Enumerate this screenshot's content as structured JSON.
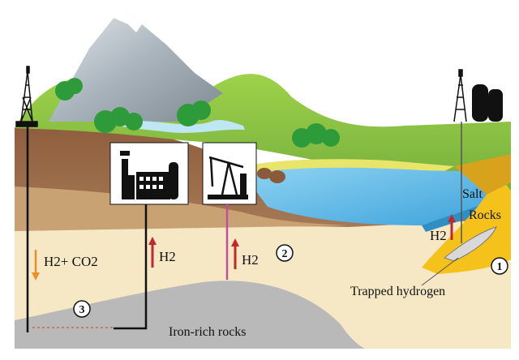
{
  "labels": {
    "h2_co2": "H2+ CO2",
    "h2_plant": "H2",
    "h2_pump": "H2",
    "h2_salt": "H2",
    "salt_rocks_line1": "Salt",
    "salt_rocks_line2": "Rocks",
    "trapped_hydrogen": "Trapped hydrogen",
    "iron_rich_rocks": "Iron-rich rocks",
    "marker_1": "1",
    "marker_2": "2",
    "marker_3": "3"
  },
  "colors": {
    "sky": "#ffffff",
    "sand": "#f6e8c4",
    "iron_rock": "#b9b9b9",
    "brown_soil": "#9b6a4a",
    "grass": "#8cc63f",
    "water": "#5bb8e6",
    "salt": "#f5c21b",
    "arrow_red": "#c0282c",
    "arrow_orange": "#e8912a",
    "pipe_magenta": "#c0509a"
  }
}
